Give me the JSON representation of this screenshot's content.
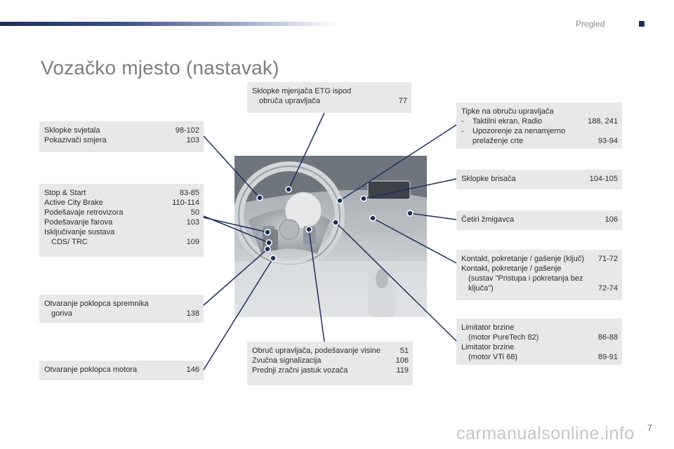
{
  "header": {
    "section": "Pregled"
  },
  "title": "Vozačko mjesto (nastavak)",
  "boxes": {
    "lights": {
      "rows": [
        {
          "label": "Sklopke svjetala",
          "ref": "98-102"
        },
        {
          "label": "Pokazivači smjera",
          "ref": "103"
        }
      ]
    },
    "stop": {
      "rows": [
        {
          "label": "Stop & Start",
          "ref": "83-85"
        },
        {
          "label": "Active City Brake",
          "ref": "110-114"
        },
        {
          "label": "Podešavaje retrovizora",
          "ref": "50"
        },
        {
          "label": "Podešavanje farova",
          "ref": "103"
        }
      ],
      "cds_line1": "Isključivanje sustava",
      "cds_line2": "CDS/ TRC",
      "cds_ref": "109"
    },
    "fuel": {
      "line1": "Otvaranje poklopca spremnika",
      "line2": "goriva",
      "ref": "138"
    },
    "bonnet": {
      "label": "Otvaranje poklopca motora",
      "ref": "146"
    },
    "etg": {
      "line1": "Sklopke mjenjača ETG ispod",
      "line2": "obruča upravljača",
      "ref": "77"
    },
    "steering": {
      "rows": [
        {
          "label": "Obruč upravljača, podešavanje visine",
          "ref": "51"
        },
        {
          "label": "Zvučna signalizacija",
          "ref": "106"
        },
        {
          "label": "Prednji zračni jastuk vozača",
          "ref": "119"
        }
      ]
    },
    "wheel_buttons": {
      "title": "Tipke na obruču upravljača",
      "item1": "Taktilni ekran, Radio",
      "item1_ref": "188, 241",
      "item2_line1": "Upozorenje za nenamjerno",
      "item2_line2": "prelaženje crte",
      "item2_ref": "93-94"
    },
    "wipers": {
      "label": "Sklopke brisača",
      "ref": "104-105"
    },
    "hazard": {
      "label": "Četiri žmigavca",
      "ref": "106"
    },
    "ignition": {
      "row1_label": "Kontakt, pokretanje / gašenje (ključ)",
      "row1_ref": "71-72",
      "row2_line1": "Kontakt, pokretanje / gašenje",
      "row2_line2": "(sustav \"Pristupa i pokretanja bez",
      "row2_line3": "ključa\")",
      "row2_ref": "72-74"
    },
    "limiter": {
      "a_line1": "Limitator brzine",
      "a_line2": "(motor PureTech 82)",
      "a_ref": "86-88",
      "b_line1": "Limitator brzine",
      "b_line2": "(motor VTi 68)",
      "b_ref": "89-91"
    }
  },
  "footer": {
    "page": "7",
    "watermark": "carmanualsonline.info"
  },
  "colors": {
    "accent": "#1c2f5a",
    "box_bg": "#e8e8e8",
    "title": "#7d7d7d"
  }
}
